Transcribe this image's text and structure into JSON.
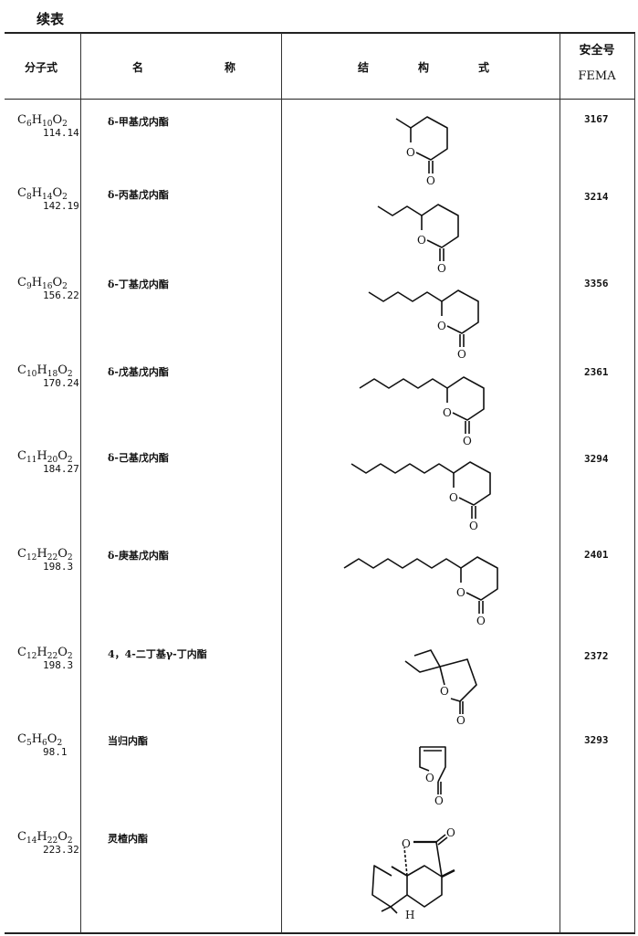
{
  "page_heading": "续表",
  "headers": {
    "formula": "分子式",
    "name_1": "名",
    "name_2": "称",
    "structure_1": "结",
    "structure_2": "构",
    "structure_3": "式",
    "safety_no": "安全号",
    "fema": "FEMA"
  },
  "atom_labels": {
    "O": "O",
    "H": "H"
  },
  "rows": [
    {
      "formula": [
        [
          "C",
          "6"
        ],
        [
          "H",
          "10"
        ],
        [
          "O",
          "2"
        ]
      ],
      "mw": "114.14",
      "name": "δ-甲基戊内酯",
      "fema": "3167"
    },
    {
      "formula": [
        [
          "C",
          "8"
        ],
        [
          "H",
          "14"
        ],
        [
          "O",
          "2"
        ]
      ],
      "mw": "142.19",
      "name": "δ-丙基戊内酯",
      "fema": "3214"
    },
    {
      "formula": [
        [
          "C",
          "9"
        ],
        [
          "H",
          "16"
        ],
        [
          "O",
          "2"
        ]
      ],
      "mw": "156.22",
      "name": "δ-丁基戊内酯",
      "fema": "3356"
    },
    {
      "formula": [
        [
          "C",
          "10"
        ],
        [
          "H",
          "18"
        ],
        [
          "O",
          "2"
        ]
      ],
      "mw": "170.24",
      "name": "δ-戊基戊内酯",
      "fema": "2361"
    },
    {
      "formula": [
        [
          "C",
          "11"
        ],
        [
          "H",
          "20"
        ],
        [
          "O",
          "2"
        ]
      ],
      "mw": "184.27",
      "name": "δ-己基戊内酯",
      "fema": "3294"
    },
    {
      "formula": [
        [
          "C",
          "12"
        ],
        [
          "H",
          "22"
        ],
        [
          "O",
          "2"
        ]
      ],
      "mw": "198.3",
      "name": "δ-庚基戊内酯",
      "fema": "2401"
    },
    {
      "formula": [
        [
          "C",
          "12"
        ],
        [
          "H",
          "22"
        ],
        [
          "O",
          "2"
        ]
      ],
      "mw": "198.3",
      "name": "4，4-二丁基γ-丁内酯",
      "fema": "2372"
    },
    {
      "formula": [
        [
          "C",
          "5"
        ],
        [
          "H",
          "6"
        ],
        [
          "O",
          "2"
        ]
      ],
      "mw": "98.1",
      "name": "当归内酯",
      "fema": "3293"
    },
    {
      "formula": [
        [
          "C",
          "14"
        ],
        [
          "H",
          "22"
        ],
        [
          "O",
          "2"
        ]
      ],
      "mw": "223.32",
      "name": "灵楂内酯",
      "fema": ""
    }
  ]
}
